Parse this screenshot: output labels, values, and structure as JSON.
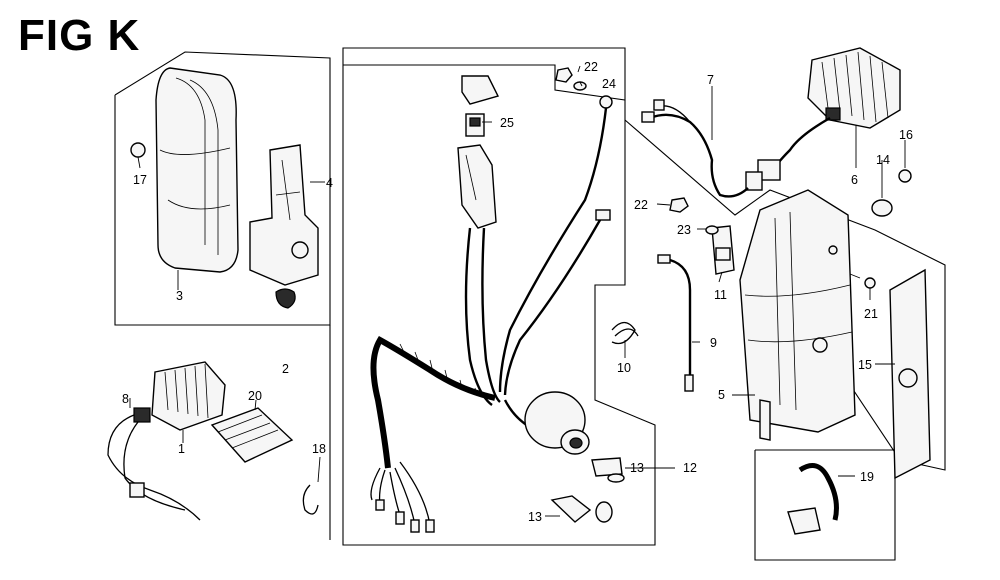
{
  "figure": {
    "title": "FIG K"
  },
  "callouts": [
    {
      "id": "1",
      "label": "1"
    },
    {
      "id": "2",
      "label": "2"
    },
    {
      "id": "3",
      "label": "3"
    },
    {
      "id": "4",
      "label": "4"
    },
    {
      "id": "5",
      "label": "5"
    },
    {
      "id": "6",
      "label": "6"
    },
    {
      "id": "7",
      "label": "7"
    },
    {
      "id": "8",
      "label": "8"
    },
    {
      "id": "9",
      "label": "9"
    },
    {
      "id": "10",
      "label": "10"
    },
    {
      "id": "11",
      "label": "11"
    },
    {
      "id": "12",
      "label": "12"
    },
    {
      "id": "13a",
      "label": "13"
    },
    {
      "id": "13b",
      "label": "13"
    },
    {
      "id": "14",
      "label": "14"
    },
    {
      "id": "15",
      "label": "15"
    },
    {
      "id": "16",
      "label": "16"
    },
    {
      "id": "17",
      "label": "17"
    },
    {
      "id": "18",
      "label": "18"
    },
    {
      "id": "19",
      "label": "19"
    },
    {
      "id": "20",
      "label": "20"
    },
    {
      "id": "21",
      "label": "21"
    },
    {
      "id": "22a",
      "label": "22"
    },
    {
      "id": "22b",
      "label": "22"
    },
    {
      "id": "23",
      "label": "23"
    },
    {
      "id": "24",
      "label": "24"
    },
    {
      "id": "25",
      "label": "25"
    }
  ]
}
